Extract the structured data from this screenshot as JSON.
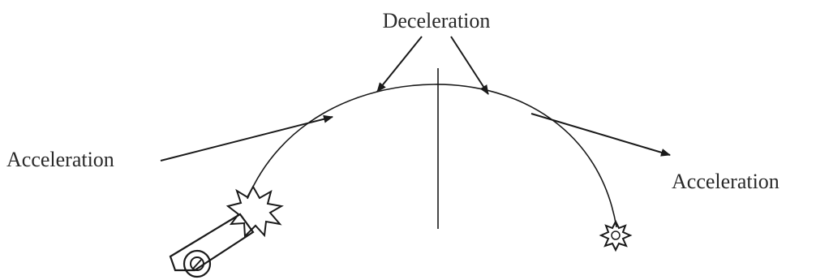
{
  "diagram": {
    "labels": {
      "top": "Deceleration",
      "left": "Acceleration",
      "right": "Acceleration"
    },
    "colors": {
      "ink": "#1a1a1a",
      "text": "#2a2a2a",
      "background": "#ffffff"
    },
    "icons": {
      "launcher": "mortar-launcher-icon",
      "launch_burst": "muzzle-flash-icon",
      "impact_burst": "impact-burst-icon"
    }
  }
}
